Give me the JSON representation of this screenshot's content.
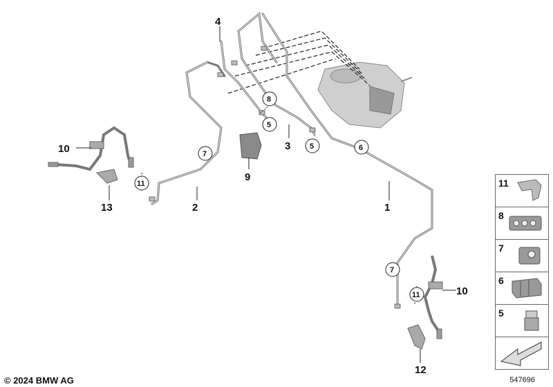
{
  "callouts": [
    {
      "id": "c4",
      "label": "4"
    },
    {
      "id": "c3",
      "label": "3"
    },
    {
      "id": "c9",
      "label": "9"
    },
    {
      "id": "c2",
      "label": "2"
    },
    {
      "id": "c1",
      "label": "1"
    },
    {
      "id": "c10a",
      "label": "10"
    },
    {
      "id": "c10b",
      "label": "10"
    },
    {
      "id": "c13",
      "label": "13"
    },
    {
      "id": "c12",
      "label": "12"
    }
  ],
  "circled_callouts": [
    {
      "id": "o8",
      "label": "8"
    },
    {
      "id": "o5a",
      "label": "5"
    },
    {
      "id": "o5b",
      "label": "5"
    },
    {
      "id": "o6",
      "label": "6"
    },
    {
      "id": "o7a",
      "label": "7"
    },
    {
      "id": "o11a",
      "label": "11"
    },
    {
      "id": "o7b",
      "label": "7"
    },
    {
      "id": "o11b",
      "label": "11"
    }
  ],
  "legend": [
    {
      "label": "11"
    },
    {
      "label": "8"
    },
    {
      "label": "7"
    },
    {
      "label": "6"
    },
    {
      "label": "5"
    }
  ],
  "copyright": "© 2024 BMW AG",
  "diagram_id": "547696",
  "colors": {
    "line": "#444444",
    "part": "#9a9a9a",
    "part_dark": "#6e6e6e"
  }
}
